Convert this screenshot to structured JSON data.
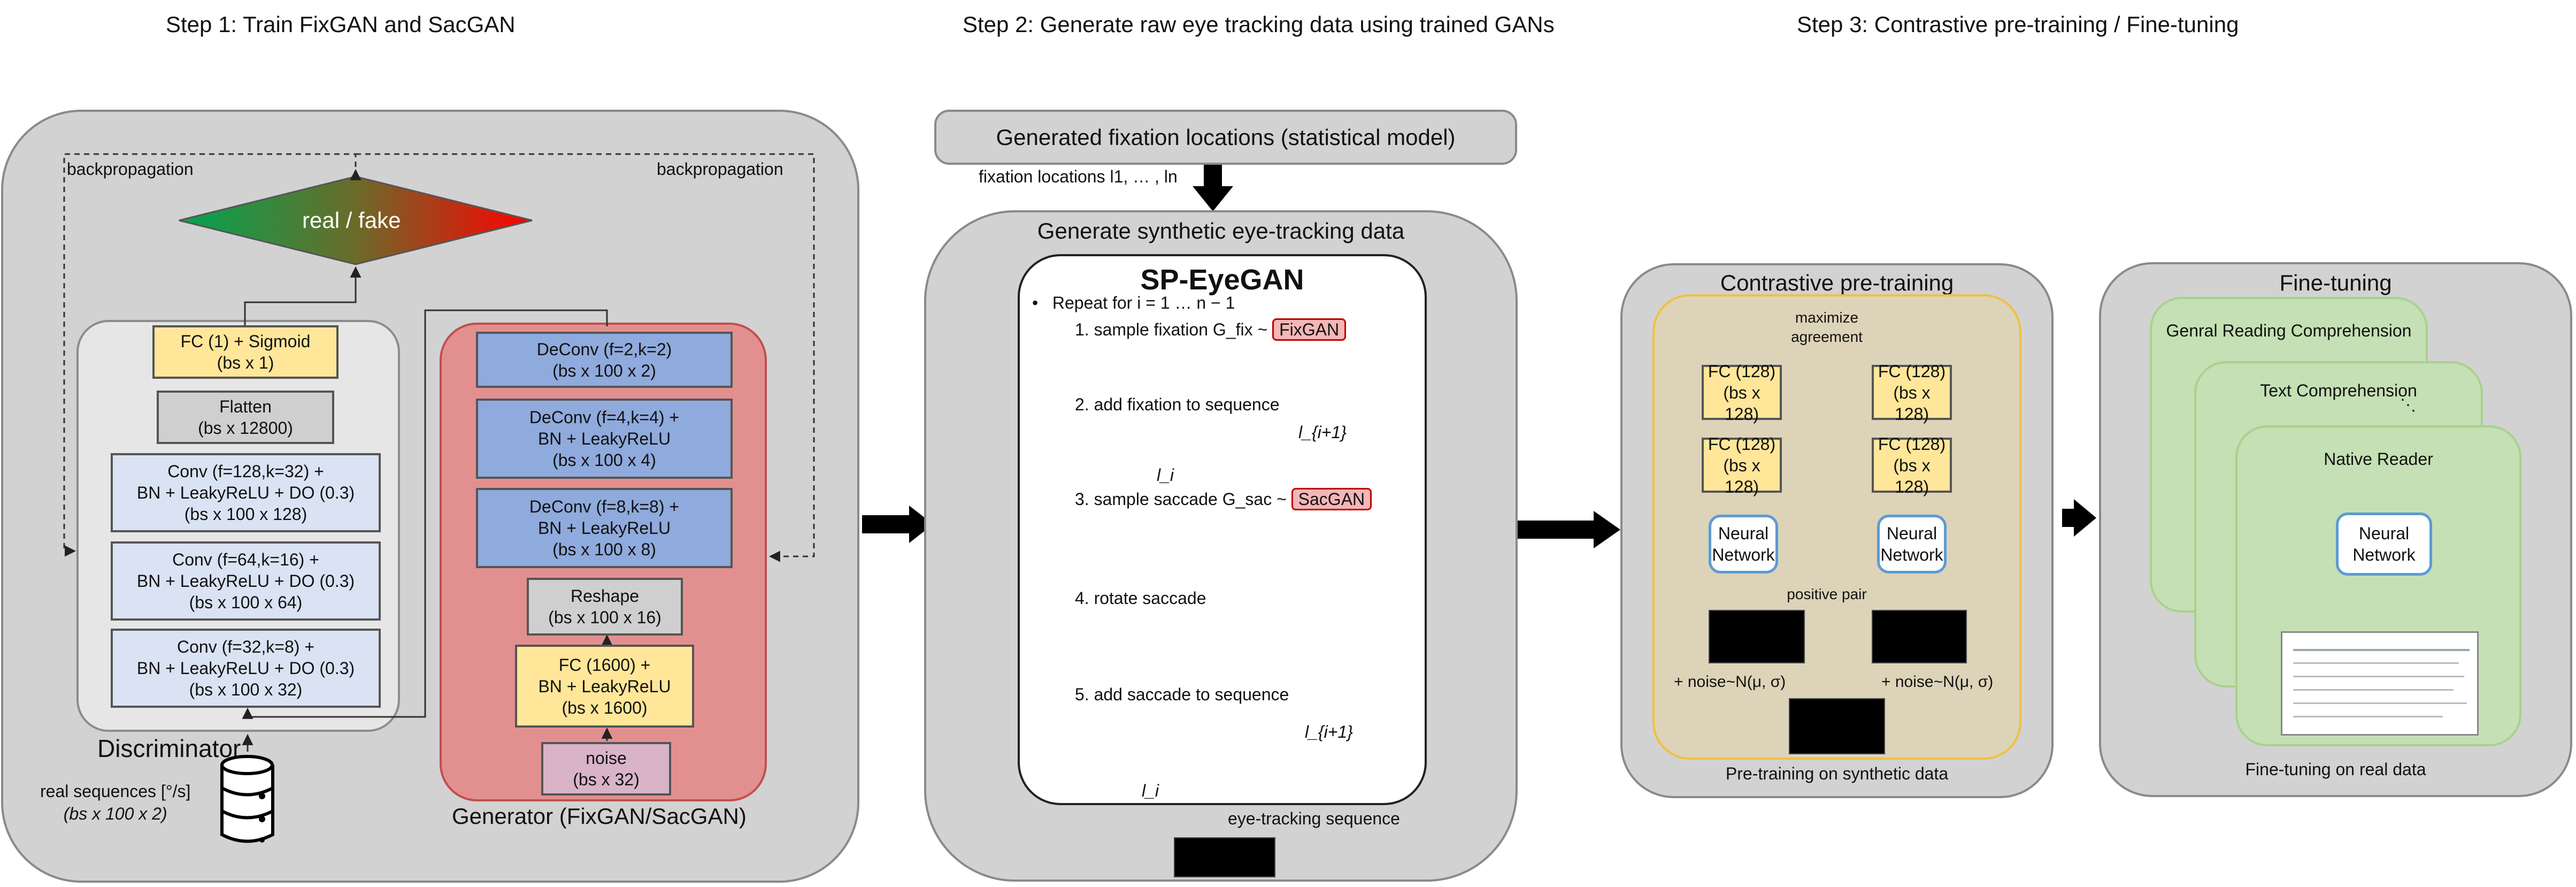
{
  "steps": {
    "step1": "Step 1: Train FixGAN and SacGAN",
    "step2": "Step 2: Generate raw eye tracking data using trained GANs",
    "step3": "Step 3: Contrastive pre-training / Fine-tuning"
  },
  "panel1": {
    "backprop_left": "backpropagation",
    "backprop_right": "backpropagation",
    "diamond": "real / fake",
    "discriminator_title": "Discriminator",
    "generator_title": "Generator (FixGAN/SacGAN)",
    "real_sequences_1": "real sequences [°/s]",
    "real_sequences_2": "(bs x 100 x 2)",
    "disc_layers": [
      {
        "l1": "FC (1) + Sigmoid",
        "l2": "(bs x 1)"
      },
      {
        "l1": "Flatten",
        "l2": "(bs x 12800)"
      },
      {
        "l1": "Conv (f=128,k=32) +",
        "l2": "BN + LeakyReLU + DO (0.3)",
        "l3": "(bs x 100 x 128)"
      },
      {
        "l1": "Conv (f=64,k=16) +",
        "l2": "BN + LeakyReLU + DO (0.3)",
        "l3": "(bs x 100 x 64)"
      },
      {
        "l1": "Conv (f=32,k=8) +",
        "l2": "BN + LeakyReLU + DO (0.3)",
        "l3": "(bs x 100 x 32)"
      }
    ],
    "gen_layers": [
      {
        "l1": "DeConv (f=2,k=2)",
        "l2": "(bs x 100 x 2)"
      },
      {
        "l1": "DeConv (f=4,k=4) +",
        "l2": "BN + LeakyReLU",
        "l3": "(bs x 100 x 4)"
      },
      {
        "l1": "DeConv (f=8,k=8) +",
        "l2": "BN + LeakyReLU",
        "l3": "(bs x 100 x 8)"
      },
      {
        "l1": "Reshape",
        "l2": "(bs x 100 x 16)"
      },
      {
        "l1": "FC (1600) +",
        "l2": "BN + LeakyReLU",
        "l3": "(bs x 1600)"
      },
      {
        "l1": "noise",
        "l2": "(bs x 32)"
      }
    ]
  },
  "panel2": {
    "fixation_model": "Generated fixation locations (statistical model)",
    "fixation_locations": "fixation locations l1, … , ln",
    "title": "Generate synthetic eye-tracking data",
    "sp_title": "SP-EyeGAN",
    "repeat": "Repeat for i = 1 … n − 1",
    "step_1": "1.   sample fixation G_fix ~",
    "step_1_tag": "FixGAN",
    "step_2": "2.   add fixation to sequence",
    "step_3": "3.   sample saccade G_sac ~",
    "step_3_tag": "SacGAN",
    "step_4": "4.   rotate saccade",
    "step_5": "5.   add saccade to sequence",
    "label_li_1": "l_{i+1}",
    "label_li": "l_i",
    "output": "eye-tracking sequence"
  },
  "panel3": {
    "title": "Contrastive pre-training",
    "maximize": "maximize agreement",
    "fc_left_top": "FC (128)",
    "fc_left_top2": "(bs x 128)",
    "fc_left_bot": "FC (128)",
    "fc_left_bot2": "(bs x 128)",
    "fc_right_top": "FC (128)",
    "fc_right_top2": "(bs x 128)",
    "fc_right_bot": "FC (128)",
    "fc_right_bot2": "(bs x 128)",
    "nn_left": "Neural Network",
    "nn_right": "Neural Network",
    "positive_pair": "positive pair",
    "noise_left": "+ noise~N(μ, σ)",
    "noise_right": "+ noise~N(μ, σ)",
    "caption": "Pre-training on synthetic data"
  },
  "panel4": {
    "title": "Fine-tuning",
    "card1": "Genral Reading Comprehension",
    "card2": "Text Comprehension",
    "card3": "Native Reader",
    "nn": "Neural Network",
    "caption": "Fine-tuning on real data"
  },
  "colors": {
    "panel_bg": "#d2d2d2",
    "generator_bg": "#e2908f",
    "discriminator_bg": "#e6e6e6",
    "layer_blue": "#8faadc",
    "layer_lightblue": "#dae3f3",
    "layer_yellow": "#ffe699",
    "contrastive_bg": "#ddd3b8",
    "fine_tune_green": "#c5e0b4",
    "accent_red": "#e00000",
    "accent_orange": "#ffb300"
  }
}
